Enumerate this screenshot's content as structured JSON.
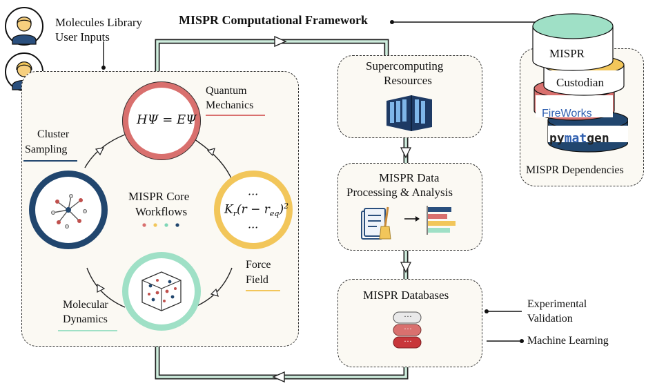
{
  "title": "MISPR Computational Framework",
  "user_inputs": {
    "line1": "Molecules Library",
    "line2": "User Inputs"
  },
  "core": {
    "label_line1": "MISPR Core",
    "label_line2": "Workflows",
    "dot_colors": [
      "#d9706e",
      "#f2c65a",
      "#7fd6b7",
      "#21466e"
    ]
  },
  "workflows": {
    "quantum": {
      "label_line1": "Quantum",
      "label_line2": "Mechanics",
      "formula": "HΨ = EΨ",
      "color": "#d9706e"
    },
    "force_field": {
      "label_line1": "Force",
      "label_line2": "Field",
      "dots_top": "···",
      "dots_bottom": "···",
      "color": "#f2c65a"
    },
    "molecular_dynamics": {
      "label_line1": "Molecular",
      "label_line2": "Dynamics",
      "color": "#7fd6b7"
    },
    "cluster_sampling": {
      "label_line1": "Cluster",
      "label_line2": "Sampling",
      "color": "#21466e"
    }
  },
  "supercomputing": {
    "line1": "Supercomputing",
    "line2": "Resources"
  },
  "data_processing": {
    "line1": "MISPR Data",
    "line2": "Processing & Analysis"
  },
  "databases": {
    "label": "MISPR Databases",
    "db_dots": "···"
  },
  "outputs": {
    "validation_line1": "Experimental",
    "validation_line2": "Validation",
    "machine_learning": "Machine Learning"
  },
  "dependencies": {
    "label": "MISPR Dependencies",
    "mispr": "MISPR",
    "custodian": "Custodian",
    "fireworks": "FireWorks",
    "pymatgen_a": "py",
    "pymatgen_b": "mat",
    "pymatgen_c": "gen",
    "colors": {
      "mispr": "#9fe0c6",
      "custodian": "#f2c65a",
      "fireworks": "#d9706e",
      "pymatgen": "#21466e"
    }
  }
}
